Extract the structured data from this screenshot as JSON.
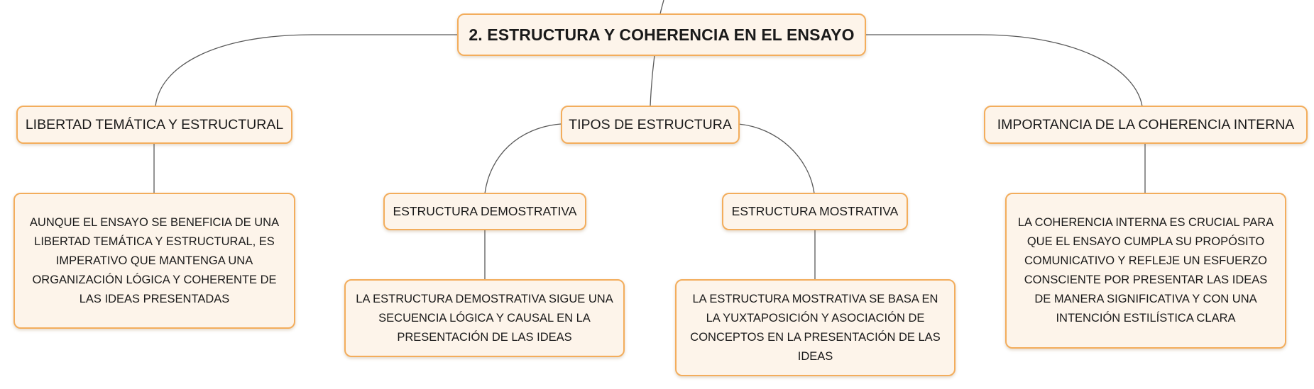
{
  "map": {
    "root": "2. ESTRUCTURA Y COHERENCIA EN EL ENSAYO",
    "topics": {
      "freedom": {
        "title": "LIBERTAD TEMÁTICA Y ESTRUCTURAL",
        "detail": "AUNQUE EL ENSAYO SE BENEFICIA DE UNA LIBERTAD TEMÁTICA Y ESTRUCTURAL, ES IMPERATIVO QUE MANTENGA UNA ORGANIZACIÓN LÓGICA Y COHERENTE DE LAS IDEAS PRESENTADAS"
      },
      "types": {
        "title": "TIPOS DE ESTRUCTURA",
        "demonstrative": {
          "title": "ESTRUCTURA DEMOSTRATIVA",
          "detail": "LA ESTRUCTURA DEMOSTRATIVA SIGUE UNA SECUENCIA LÓGICA Y CAUSAL EN LA PRESENTACIÓN DE LAS IDEAS"
        },
        "mostrative": {
          "title": "ESTRUCTURA MOSTRATIVA",
          "detail": "LA ESTRUCTURA MOSTRATIVA SE BASA EN LA YUXTAPOSICIÓN Y ASOCIACIÓN DE CONCEPTOS EN LA PRESENTACIÓN DE LAS IDEAS"
        }
      },
      "coherence": {
        "title": "IMPORTANCIA DE LA COHERENCIA INTERNA",
        "detail": "LA COHERENCIA INTERNA ES CRUCIAL PARA QUE EL ENSAYO CUMPLA SU PROPÓSITO COMUNICATIVO Y REFLEJE UN ESFUERZO CONSCIENTE POR PRESENTAR LAS IDEAS DE MANERA SIGNIFICATIVA Y CON UNA INTENCIÓN ESTILÍSTICA CLARA"
      }
    }
  },
  "colors": {
    "node_fill": "#fdf4ea",
    "node_border": "#f3ad5c",
    "connector": "#5a5a5a",
    "text": "#1a1a1a"
  }
}
